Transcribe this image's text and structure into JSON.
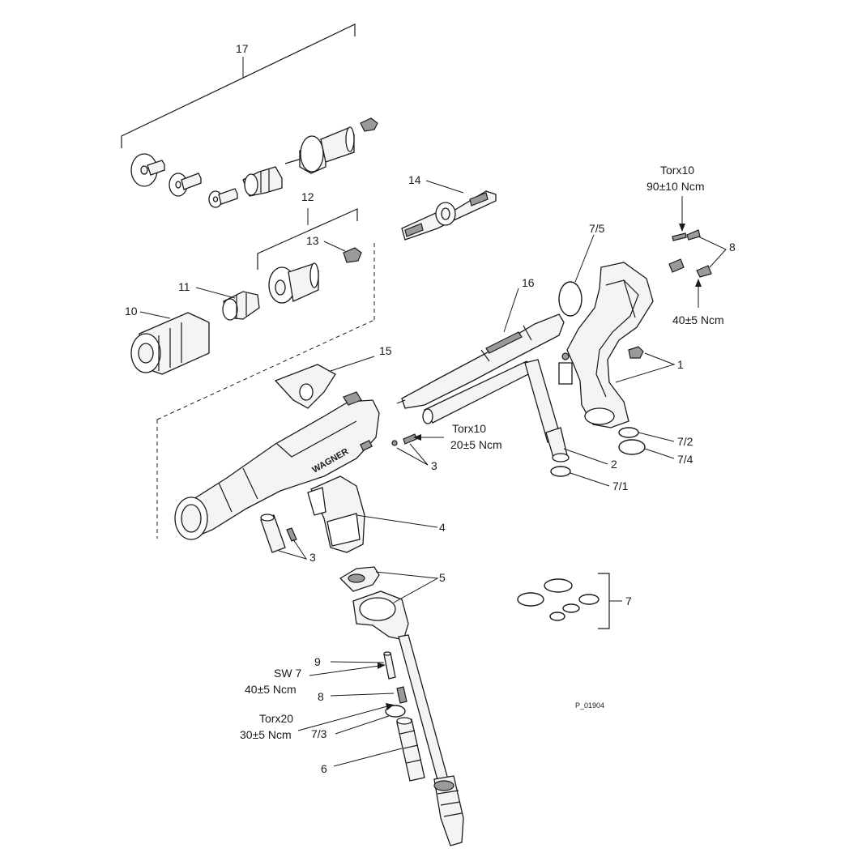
{
  "callouts": {
    "c17": "17",
    "c14": "14",
    "c12": "12",
    "c13": "13",
    "c11": "11",
    "c10": "10",
    "c16": "16",
    "c15": "15",
    "c75": "7/5",
    "c8a": "8",
    "c1": "1",
    "c3a": "3",
    "c3b": "3",
    "c4": "4",
    "c2": "2",
    "c71": "7/1",
    "c72": "7/2",
    "c74": "7/4",
    "c5": "5",
    "c7": "7",
    "c9": "9",
    "c8b": "8",
    "c73": "7/3",
    "c6": "6"
  },
  "torques": {
    "t1_tool": "Torx10",
    "t1_value": "90±10 Ncm",
    "t2_value": "40±5 Ncm",
    "t3_tool": "Torx10",
    "t3_value": "20±5 Ncm",
    "t4_tool": "SW 7",
    "t4_value": "40±5 Ncm",
    "t5_tool": "Torx20",
    "t5_value": "30±5 Ncm"
  },
  "brand_text": "WAGNER",
  "drawing_id": "P_01904"
}
